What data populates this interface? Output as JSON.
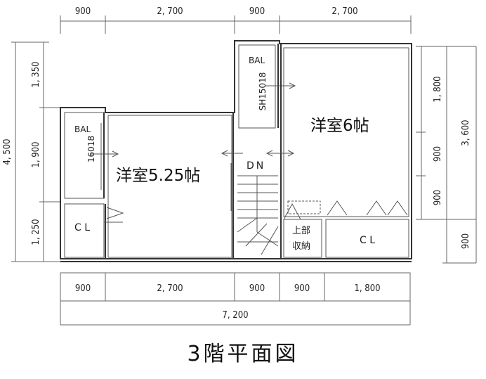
{
  "title": "3階平面図",
  "dims": {
    "top": [
      "900",
      "2, 700",
      "900",
      "2, 700"
    ],
    "bottom": [
      "900",
      "2, 700",
      "900",
      "900",
      "1, 800"
    ],
    "total": "7, 200",
    "left_outer": "4, 500",
    "left_inner": [
      "1, 350",
      "1, 900",
      "1, 250"
    ],
    "right_inner": [
      "1, 800",
      "900",
      "900"
    ],
    "right_outer": [
      "3, 600",
      "900"
    ]
  },
  "rooms": {
    "western_large": "洋室6帖",
    "western_small": "洋室5.25帖",
    "balcony_left": "BAL",
    "balcony_left_sash": "16018",
    "balcony_top": "BAL",
    "balcony_top_sash": "SH15018",
    "stairs": "DN",
    "closet_left": "C L",
    "closet_right": "C L",
    "upper_storage_1": "上部",
    "upper_storage_2": "収納"
  }
}
